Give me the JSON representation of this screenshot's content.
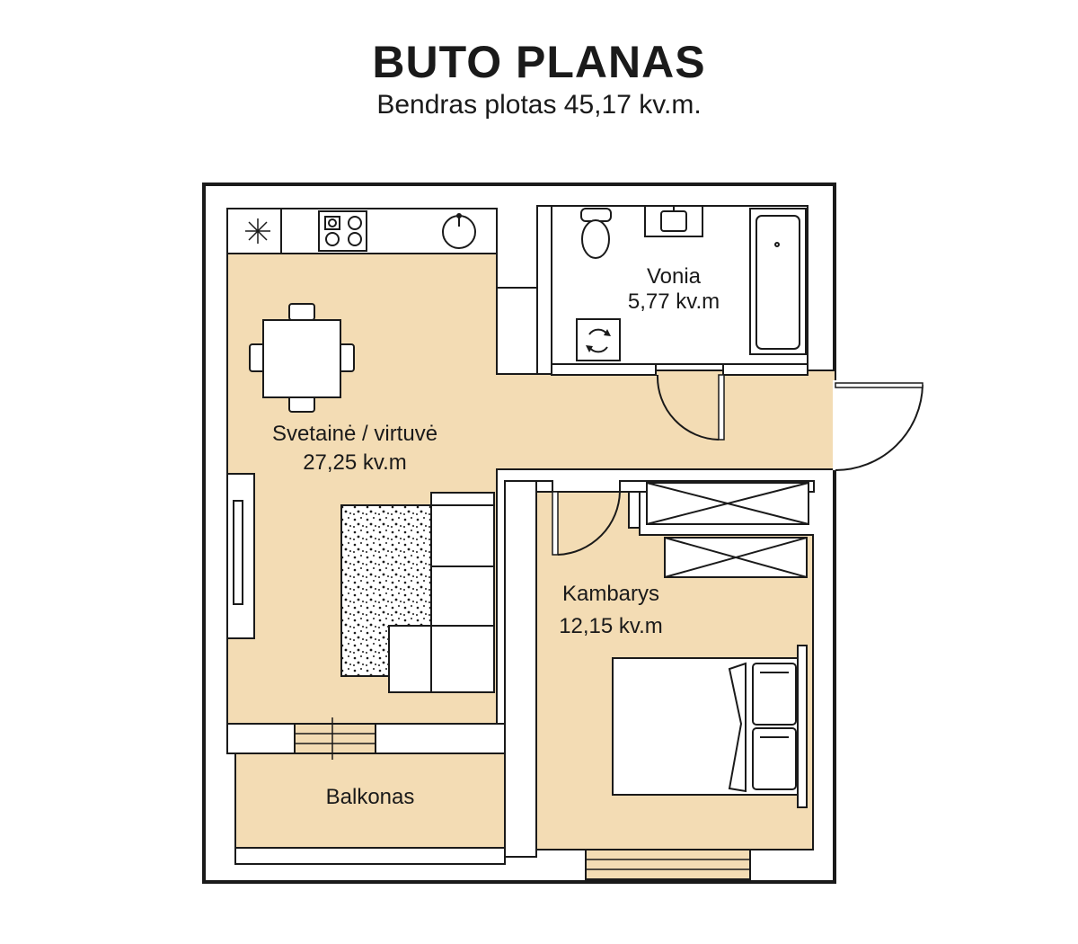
{
  "title": "BUTO PLANAS",
  "subtitle": "Bendras plotas 45,17 kv.m.",
  "colors": {
    "floor": "#f3dcb4",
    "wall": "#1a1a1a",
    "fixture": "#ffffff"
  },
  "rooms": {
    "living": {
      "name": "Svetainė / virtuvė",
      "area": "27,25 kv.m"
    },
    "bathroom": {
      "name": "Vonia",
      "area": "5,77 kv.m"
    },
    "bedroom": {
      "name": "Kambarys",
      "area": "12,15 kv.m"
    },
    "balcony": {
      "name": "Balkonas"
    }
  }
}
